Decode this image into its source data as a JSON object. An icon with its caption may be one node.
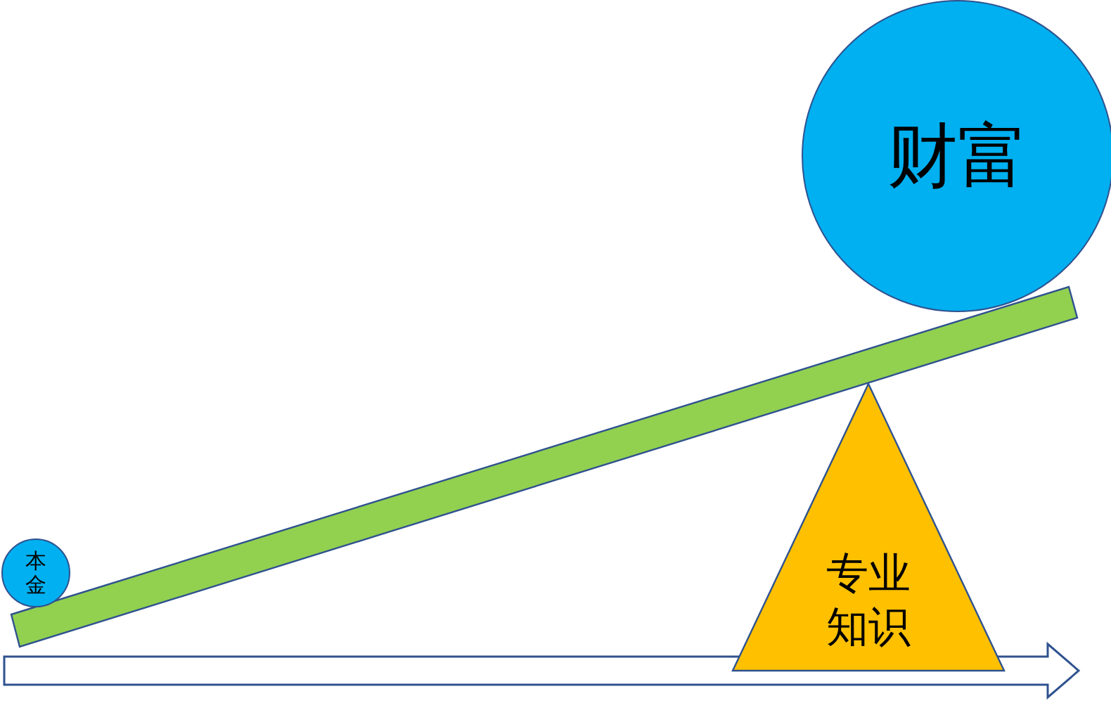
{
  "diagram": {
    "nodes": [
      {
        "text": [
          "财富"
        ]
      },
      {
        "text": [
          "本金"
        ]
      },
      {
        "text": [
          "专业知识"
        ]
      }
    ]
  }
}
